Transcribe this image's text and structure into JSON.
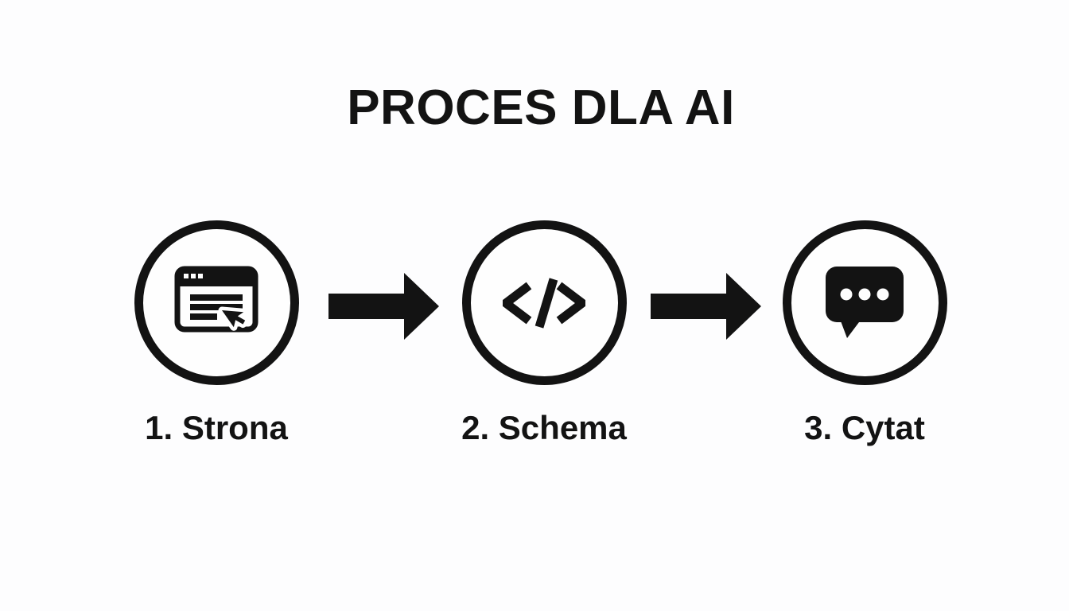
{
  "title": "PROCES DLA AI",
  "colors": {
    "ink": "#131313",
    "background": "#fdfdfe"
  },
  "steps": [
    {
      "label": "1. Strona",
      "icon": "browser-window-cursor-icon"
    },
    {
      "label": "2. Schema",
      "icon": "code-tag-icon"
    },
    {
      "label": "3. Cytat",
      "icon": "chat-bubble-icon"
    }
  ],
  "connectors": [
    {
      "icon": "arrow-right-icon"
    },
    {
      "icon": "arrow-right-icon"
    }
  ]
}
